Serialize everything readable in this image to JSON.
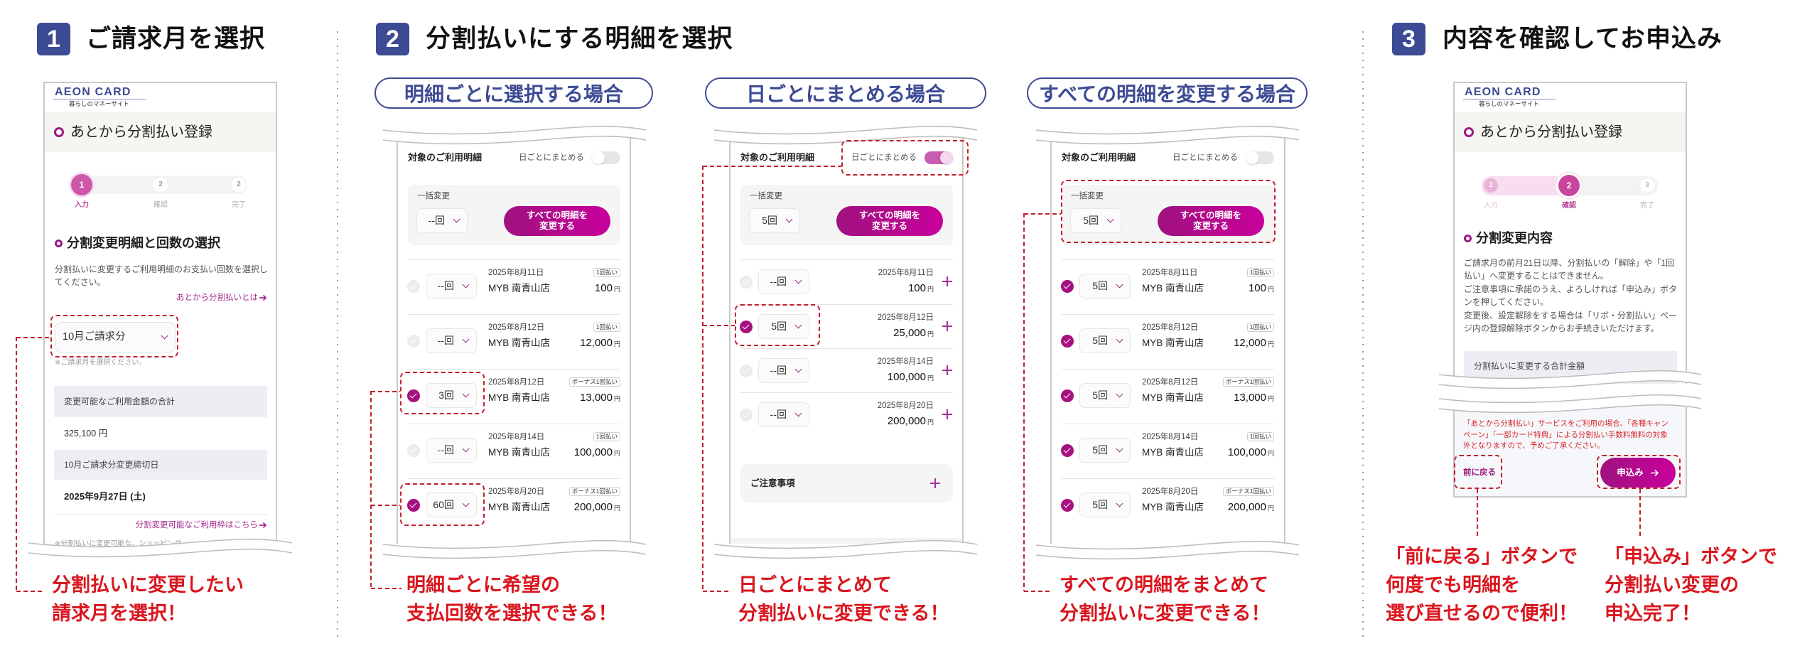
{
  "theme": {
    "navy": "#3d4b94",
    "accent": "#a8128a",
    "callout_red": "#d9161e",
    "dash_red": "#c31f2b"
  },
  "steps": [
    {
      "number": "1",
      "title": "ご請求月を選択"
    },
    {
      "number": "2",
      "title": "分割払いにする明細を選択"
    },
    {
      "number": "3",
      "title": "内容を確認してお申込み"
    }
  ],
  "brand": {
    "logo": "AEON CARD",
    "tagline": "暮らしのマネーサイト"
  },
  "screen1": {
    "page_title": "あとから分割払い登録",
    "stepper": [
      {
        "num": "1",
        "label": "入力"
      },
      {
        "num": "2",
        "label": "確認"
      },
      {
        "num": "2",
        "label": "完了"
      }
    ],
    "section_title": "分割変更明細と回数の選択",
    "description": "分割払いに変更するご利用明細のお支払い回数を選択してください。",
    "about_link": "あとから分割払いとは",
    "billing_month_select": "10月ご請求分",
    "billing_note": "※ご請求月を選択ください。",
    "total_label": "変更可能なご利用金額の合計",
    "total_value": "325,100 円",
    "deadline_label": "10月ご請求分変更締切日",
    "deadline_value": "2025年9月27日 (土)",
    "limit_link": "分割変更可能なご利用枠はこちら",
    "footnote": "※分割払いに変更可能な、ショッピング",
    "callout": [
      "分割払いに変更したい",
      "請求月を選択！"
    ]
  },
  "screen2": {
    "list_title": "対象のご利用明細",
    "group_toggle_label": "日ごとにまとめる",
    "bulk_label": "一括変更",
    "bulk_button": [
      "すべての明細を",
      "変更する"
    ],
    "yen": "円",
    "variants": [
      {
        "heading": "明細ごとに選択する場合",
        "group_by_day": false,
        "bulk_select": "--回",
        "rows": [
          {
            "checked": false,
            "count": "--回",
            "date": "2025年8月11日",
            "type": "1回払い",
            "merchant": "MYB 南青山店",
            "amount": "100"
          },
          {
            "checked": false,
            "count": "--回",
            "date": "2025年8月12日",
            "type": "1回払い",
            "merchant": "MYB 南青山店",
            "amount": "12,000"
          },
          {
            "checked": true,
            "count": "3回",
            "date": "2025年8月12日",
            "type": "ボーナス1回払い",
            "merchant": "MYB 南青山店",
            "amount": "13,000"
          },
          {
            "checked": false,
            "count": "--回",
            "date": "2025年8月14日",
            "type": "1回払い",
            "merchant": "MYB 南青山店",
            "amount": "100,000"
          },
          {
            "checked": true,
            "count": "60回",
            "date": "2025年8月20日",
            "type": "ボーナス1回払い",
            "merchant": "MYB 南青山店",
            "amount": "200,000"
          }
        ],
        "callout": [
          "明細ごとに希望の",
          "支払回数を選択できる！"
        ]
      },
      {
        "heading": "日ごとにまとめる場合",
        "group_by_day": true,
        "bulk_select": "5回",
        "rows": [
          {
            "checked": false,
            "count": "--回",
            "date": "2025年8月11日",
            "amount": "100"
          },
          {
            "checked": true,
            "count": "5回",
            "date": "2025年8月12日",
            "amount": "25,000"
          },
          {
            "checked": false,
            "count": "--回",
            "date": "2025年8月14日",
            "amount": "100,000"
          },
          {
            "checked": false,
            "count": "--回",
            "date": "2025年8月20日",
            "amount": "200,000"
          }
        ],
        "notes_label": "ご注意事項",
        "callout": [
          "日ごとにまとめて",
          "分割払いに変更できる！"
        ]
      },
      {
        "heading": "すべての明細を変更する場合",
        "group_by_day": false,
        "bulk_select": "5回",
        "rows": [
          {
            "checked": true,
            "count": "5回",
            "date": "2025年8月11日",
            "type": "1回払い",
            "merchant": "MYB 南青山店",
            "amount": "100"
          },
          {
            "checked": true,
            "count": "5回",
            "date": "2025年8月12日",
            "type": "1回払い",
            "merchant": "MYB 南青山店",
            "amount": "12,000"
          },
          {
            "checked": true,
            "count": "5回",
            "date": "2025年8月12日",
            "type": "ボーナス1回払い",
            "merchant": "MYB 南青山店",
            "amount": "13,000"
          },
          {
            "checked": true,
            "count": "5回",
            "date": "2025年8月14日",
            "type": "1回払い",
            "merchant": "MYB 南青山店",
            "amount": "100,000"
          },
          {
            "checked": true,
            "count": "5回",
            "date": "2025年8月20日",
            "type": "ボーナス1回払い",
            "merchant": "MYB 南青山店",
            "amount": "200,000"
          }
        ],
        "callout": [
          "すべての明細をまとめて",
          "分割払いに変更できる！"
        ]
      }
    ]
  },
  "screen3": {
    "page_title": "あとから分割払い登録",
    "stepper": [
      {
        "num": "1",
        "label": "入力"
      },
      {
        "num": "2",
        "label": "確認"
      },
      {
        "num": "3",
        "label": "完了"
      }
    ],
    "section_title": "分割変更内容",
    "description": [
      "ご請求月の前月21日以降、分割払いの「解除」や「1回払い」へ変更することはできません。",
      "ご注意事項に承諾のうえ、よろしければ「申込み」ボタンを押してください。",
      "変更後、設定解除をする場合は「リボ・分割払い」ページ内の登録解除ボタンからお手続きいただけます。"
    ],
    "total_label": "分割払いに変更する合計金額",
    "warning": "「あとから分割払い」サービスをご利用の場合、「各種キャンペーン」「一部カード特典」による分割払い手数料無料の対象外となりますので、予めご了承ください。",
    "back_label": "前に戻る",
    "submit_label": "申込み",
    "callout_back": [
      "「前に戻る」ボタンで",
      "何度でも明細を",
      "選び直せるので便利！"
    ],
    "callout_submit": [
      "「申込み」ボタンで",
      "分割払い変更の",
      "申込完了！"
    ]
  }
}
